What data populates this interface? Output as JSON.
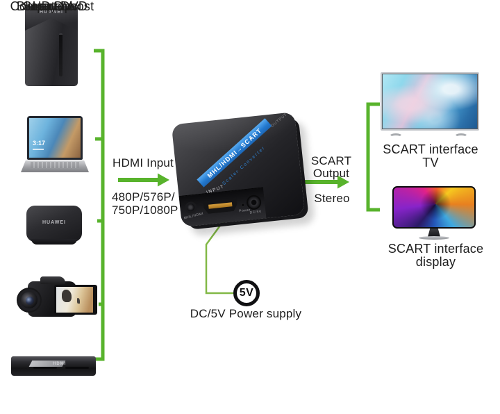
{
  "diagram": {
    "colors": {
      "connector": "#58b32c",
      "power_line": "#82b846",
      "stripe_blue": "#2f82d6"
    },
    "sources": [
      {
        "label": "Computer host",
        "logo": "HUAWEI"
      },
      {
        "label": "Laptop",
        "screen_time": "3:17"
      },
      {
        "label": "Smart box",
        "logo": "HUAWEI"
      },
      {
        "label": "HD DV"
      },
      {
        "label": "Blu-ray DVD",
        "logo": "HDMI"
      }
    ],
    "input": {
      "title": "HDMI Input",
      "resolutions": [
        "480P/576P/",
        "750P/1080P"
      ]
    },
    "converter": {
      "stripe_text": "MHL/HDMI→SCART",
      "stripe_subtext": "Scaler Converter",
      "top_face_input_label": "INPUT",
      "edge_output_label": "OUTPUT",
      "port_labels": {
        "mhl_hdmi": "MHL/HDMI",
        "power_led": "Power",
        "dc": "DC/5V"
      }
    },
    "output": {
      "title": "SCART Output",
      "audio": "Stereo"
    },
    "sinks": [
      {
        "label": "SCART interface TV"
      },
      {
        "label": "SCART interface display"
      }
    ],
    "power": {
      "badge": "5V",
      "label": "DC/5V Power supply"
    }
  }
}
